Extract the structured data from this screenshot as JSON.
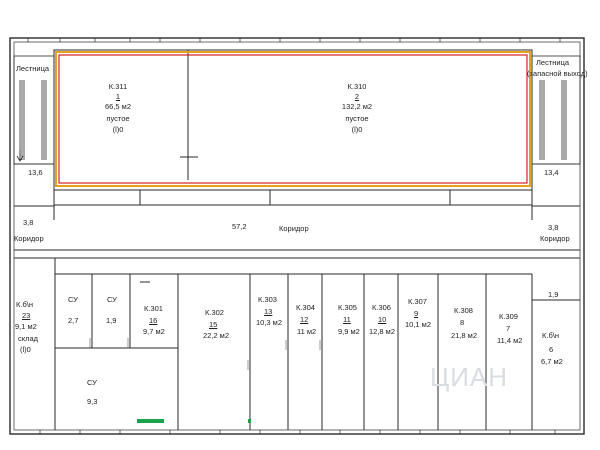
{
  "top_rooms": [
    {
      "id": "room-311",
      "label": "К.311",
      "number": "1",
      "area": "66,5 м2",
      "status": "пустое",
      "note": "(l)0"
    },
    {
      "id": "room-310",
      "label": "К.310",
      "number": "2",
      "area": "132,2 м2",
      "status": "пустое",
      "note": "(l)0"
    }
  ],
  "stairs": {
    "left": {
      "label": "Лестница",
      "value": "13,6"
    },
    "right": {
      "label": "Лестница",
      "sublabel": "(запасной выход)",
      "value": "13,4"
    }
  },
  "corridor": {
    "left_value": "3,8",
    "left_label": "Коридор",
    "center_value": "57,2",
    "center_label": "Коридор",
    "right_value": "3,8",
    "right_label": "Коридор"
  },
  "bottom_rooms": [
    {
      "id": "room-kbn-left",
      "label": "К.б\\н",
      "number": "23",
      "area": "9,1 м2",
      "extra": "склад",
      "note": "(l)0"
    },
    {
      "id": "wc-1",
      "label": "СУ",
      "area": "2,7"
    },
    {
      "id": "wc-2",
      "label": "СУ",
      "area": "1,9"
    },
    {
      "id": "room-301",
      "label": "К.301",
      "number": "16",
      "area": "9,7 м2"
    },
    {
      "id": "room-302",
      "label": "К.302",
      "number": "15",
      "area": "22,2 м2"
    },
    {
      "id": "room-303",
      "label": "К.303",
      "number": "13",
      "area": "10,3 м2"
    },
    {
      "id": "room-304",
      "label": "К.304",
      "number": "12",
      "area": "11 м2"
    },
    {
      "id": "room-305",
      "label": "К.305",
      "number": "11",
      "area": "9,9 м2"
    },
    {
      "id": "room-306",
      "label": "К.306",
      "number": "10",
      "area": "12,8 м2"
    },
    {
      "id": "room-307",
      "label": "К.307",
      "number": "9",
      "area": "10,1 м2"
    },
    {
      "id": "room-308",
      "label": "К.308",
      "number": "8",
      "area": "21,8 м2"
    },
    {
      "id": "room-309",
      "label": "К.309",
      "number": "7",
      "area": "11,4 м2"
    },
    {
      "id": "room-kbn-right",
      "label": "К.б\\н",
      "number": "6",
      "area": "6,7 м2"
    },
    {
      "id": "wc-3",
      "label": "СУ",
      "area": "9,3"
    }
  ],
  "right_small_value": "1,9",
  "watermark": "ЦИАН",
  "colors": {
    "highlight_outer": "#e8a020",
    "highlight_inner": "#d62020",
    "walls": "#2a2a2a"
  }
}
